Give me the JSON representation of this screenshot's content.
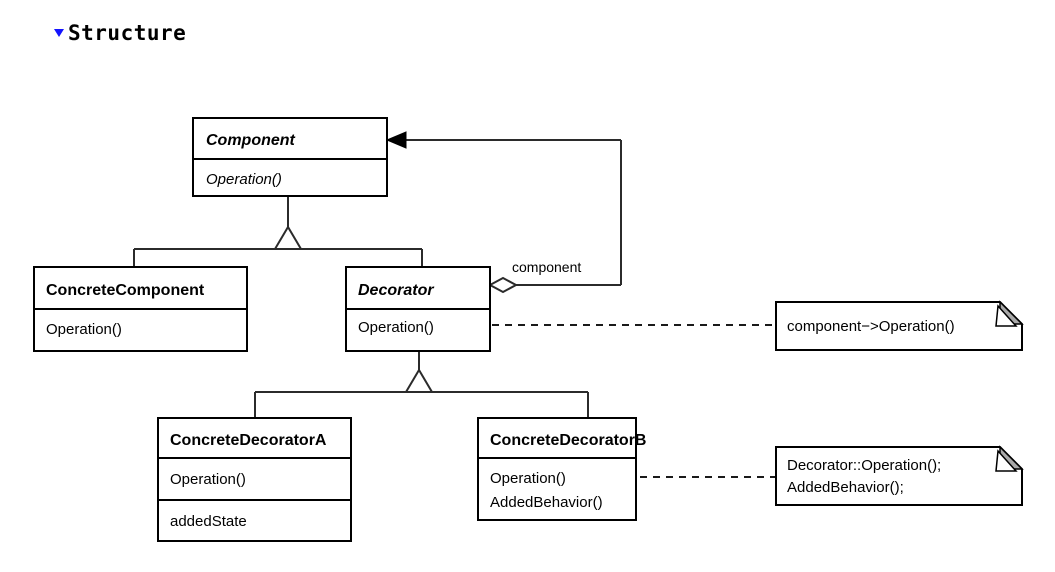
{
  "heading": {
    "marker_icon": "triangle-down-icon",
    "marker_color": "#1414ff",
    "text": "Structure"
  },
  "diagram": {
    "kind": "uml-class-diagram",
    "pattern": "Decorator",
    "classes": [
      {
        "id": "component",
        "name": "Component",
        "abstract": true,
        "compartments": [
          [
            "Operation()"
          ]
        ],
        "abstract_members": true
      },
      {
        "id": "concrete-component",
        "name": "ConcreteComponent",
        "abstract": false,
        "compartments": [
          [
            "Operation()"
          ]
        ]
      },
      {
        "id": "decorator",
        "name": "Decorator",
        "abstract": true,
        "compartments": [
          [
            "Operation()"
          ]
        ]
      },
      {
        "id": "concrete-decorator-a",
        "name": "ConcreteDecoratorA",
        "abstract": false,
        "compartments": [
          [
            "Operation()"
          ],
          [
            "addedState"
          ]
        ]
      },
      {
        "id": "concrete-decorator-b",
        "name": "ConcreteDecoratorB",
        "abstract": false,
        "compartments": [
          [
            "Operation()",
            "AddedBehavior()"
          ]
        ]
      }
    ],
    "association_label": "component",
    "notes": [
      {
        "id": "note-decorator-operation",
        "lines": [
          "component−>Operation()"
        ],
        "attached_to": "decorator"
      },
      {
        "id": "note-concrete-decorator-b-operation",
        "lines": [
          "Decorator::Operation();",
          "AddedBehavior();"
        ],
        "attached_to": "concrete-decorator-b"
      }
    ],
    "relationships": [
      {
        "type": "generalization",
        "from": "concrete-component",
        "to": "component"
      },
      {
        "type": "generalization",
        "from": "decorator",
        "to": "component"
      },
      {
        "type": "aggregation",
        "from": "decorator",
        "to": "component",
        "label": "component"
      },
      {
        "type": "generalization",
        "from": "concrete-decorator-a",
        "to": "decorator"
      },
      {
        "type": "generalization",
        "from": "concrete-decorator-b",
        "to": "decorator"
      }
    ]
  }
}
